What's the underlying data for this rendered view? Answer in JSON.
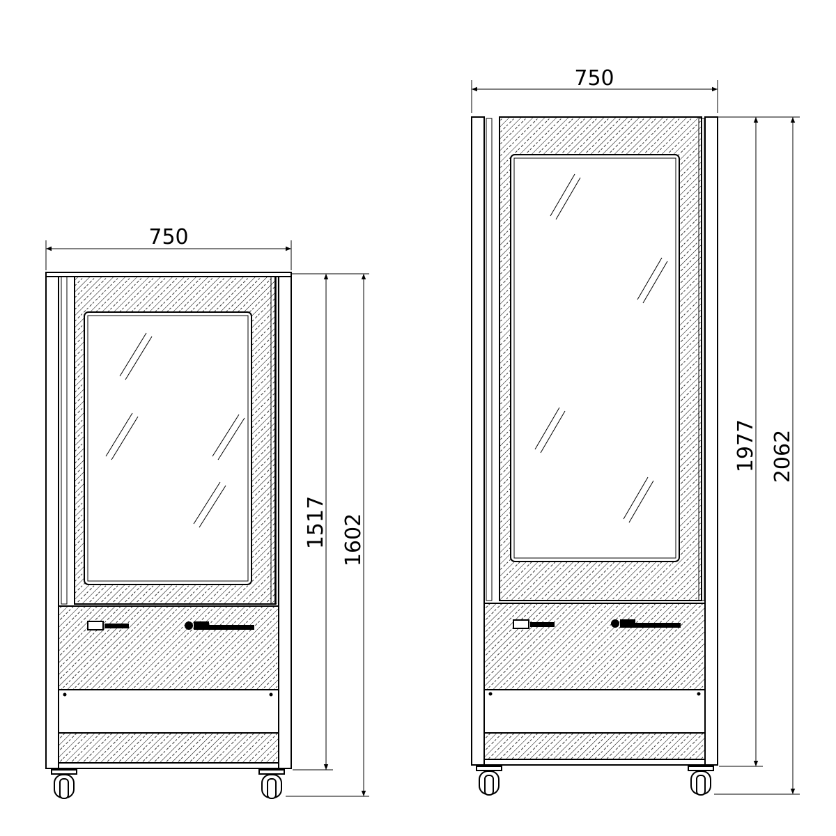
{
  "drawing": {
    "left_unit": {
      "width_label": "750",
      "height_body_label": "1517",
      "height_total_label": "1602"
    },
    "right_unit": {
      "width_label": "750",
      "height_body_label": "1977",
      "height_total_label": "2062"
    }
  },
  "colors": {
    "line": "#000000",
    "background": "#ffffff"
  }
}
